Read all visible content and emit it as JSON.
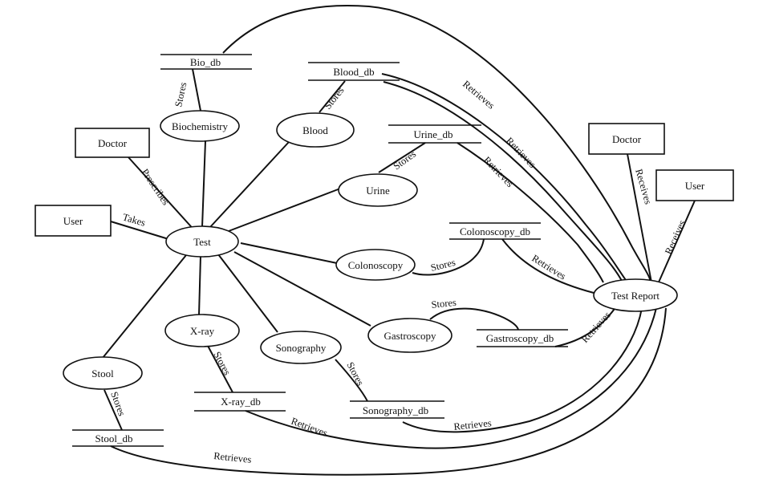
{
  "entities": {
    "doctor_left": "Doctor",
    "user_left": "User",
    "doctor_right": "Doctor",
    "user_right": "User"
  },
  "processes": {
    "test": "Test",
    "biochemistry": "Biochemistry",
    "blood": "Blood",
    "urine": "Urine",
    "colonoscopy": "Colonoscopy",
    "gastroscopy": "Gastroscopy",
    "sonography": "Sonography",
    "xray": "X-ray",
    "stool": "Stool",
    "test_report": "Test Report"
  },
  "data_stores": {
    "bio_db": "Bio_db",
    "blood_db": "Blood_db",
    "urine_db": "Urine_db",
    "colonoscopy_db": "Colonoscopy_db",
    "gastroscopy_db": "Gastroscopy_db",
    "sonography_db": "Sonography_db",
    "xray_db": "X-ray_db",
    "stool_db": "Stool_db"
  },
  "flow_labels": {
    "prescribes": "Prescribes",
    "takes": "Takes",
    "stores": "Stores",
    "retrieves": "Retrieves",
    "receives": "Receives"
  }
}
